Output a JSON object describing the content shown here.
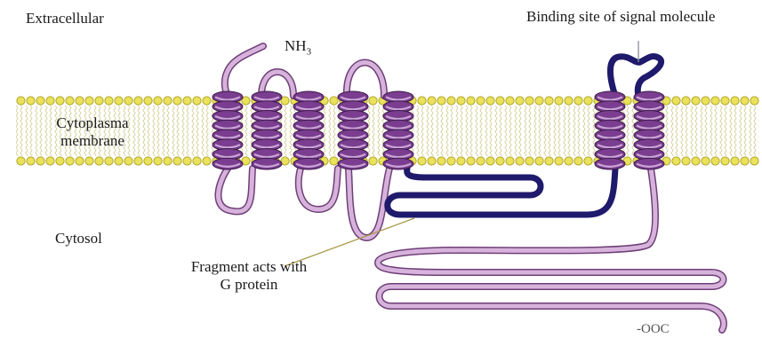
{
  "labels": {
    "extracellular": "Extracellular",
    "binding_site": "Binding site of signal molecule",
    "nh3_main": "NH",
    "nh3_sub": "3",
    "cytoplasma_line1": "Cytoplasma",
    "cytoplasma_line2": "membrane",
    "cytosol": "Cytosol",
    "fragment_line1": "Fragment acts with",
    "fragment_line2": "G protein",
    "cooh": "-OOC"
  },
  "colors": {
    "lipid_head": "#e9e25a",
    "lipid_head_stroke": "#b3a529",
    "lipid_tail": "#c8c27a",
    "helix_fill": "#7a3d8f",
    "helix_coil": "#c9a5d6",
    "chain_pink": "#d7b3dc",
    "chain_pink_stroke": "#6f3f78",
    "chain_navy": "#1f1a6b",
    "pointer_line": "#a89a4a"
  }
}
